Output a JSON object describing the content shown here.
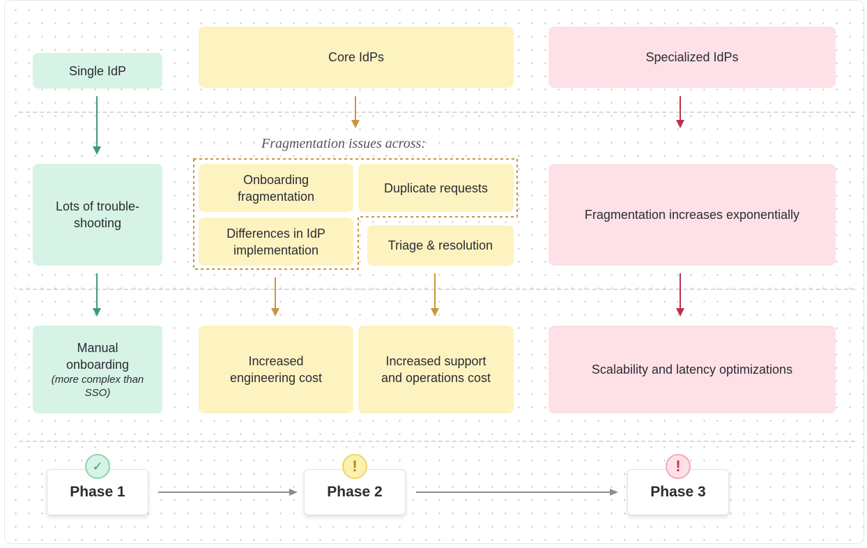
{
  "colors": {
    "green_fill": "#d6f3e6",
    "green_arrow": "#3d9b74",
    "yellow_fill": "#fdf3c0",
    "yellow_arrow": "#c8963c",
    "pink_fill": "#fde1e7",
    "pink_arrow": "#b8324c",
    "timeline_arrow": "#8a8a96"
  },
  "columns": {
    "single": {
      "header": "Single IdP",
      "middle": "Lots of trouble-\nshooting",
      "bottom_title": "Manual\nonboarding",
      "bottom_note": "(more complex than\nSSO)"
    },
    "core": {
      "header": "Core IdPs",
      "fragmentation_title": "Fragmentation issues across:",
      "issues": {
        "onboarding": "Onboarding\nfragmentation",
        "duplicate": "Duplicate requests",
        "differences": "Differences in IdP\nimplementation",
        "triage": "Triage & resolution"
      },
      "outcomes": {
        "engineering": "Increased\nengineering cost",
        "support": "Increased support\nand operations cost"
      }
    },
    "specialized": {
      "header": "Specialized IdPs",
      "middle": "Fragmentation increases exponentially",
      "bottom": "Scalability and latency optimizations"
    }
  },
  "phases": [
    {
      "label": "Phase 1",
      "status_icon": "check-icon",
      "status_symbol": "✓"
    },
    {
      "label": "Phase 2",
      "status_icon": "warning-icon",
      "status_symbol": "!"
    },
    {
      "label": "Phase 3",
      "status_icon": "alert-icon",
      "status_symbol": "!"
    }
  ]
}
